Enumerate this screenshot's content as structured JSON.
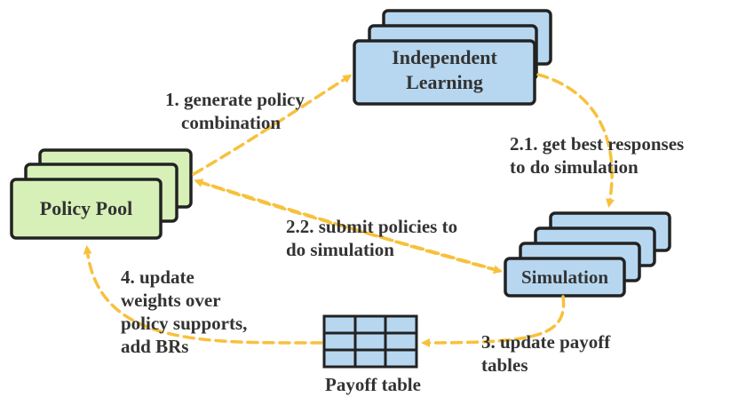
{
  "nodes": {
    "independent_learning": {
      "line1": "Independent",
      "line2": "Learning"
    },
    "policy_pool": {
      "label": "Policy Pool"
    },
    "simulation": {
      "label": "Simulation"
    },
    "payoff_table": {
      "label": "Payoff table"
    }
  },
  "edges": {
    "step1": {
      "line1": "1. generate policy",
      "line2": "combination"
    },
    "step2_1": {
      "line1": "2.1. get best responses",
      "line2": "to do simulation"
    },
    "step2_2": {
      "line1": "2.2. submit policies to",
      "line2": "do simulation"
    },
    "step3": {
      "line1": "3. update payoff",
      "line2": "tables"
    },
    "step4": {
      "line1": "4. update",
      "line2": "weights over",
      "line3": "policy supports,",
      "line4": "add BRs"
    }
  },
  "colors": {
    "blue_fill": "#b7d7f0",
    "green_fill": "#d6f0b8",
    "stroke": "#222222",
    "arrow": "#f7c13c",
    "text": "#333333"
  }
}
